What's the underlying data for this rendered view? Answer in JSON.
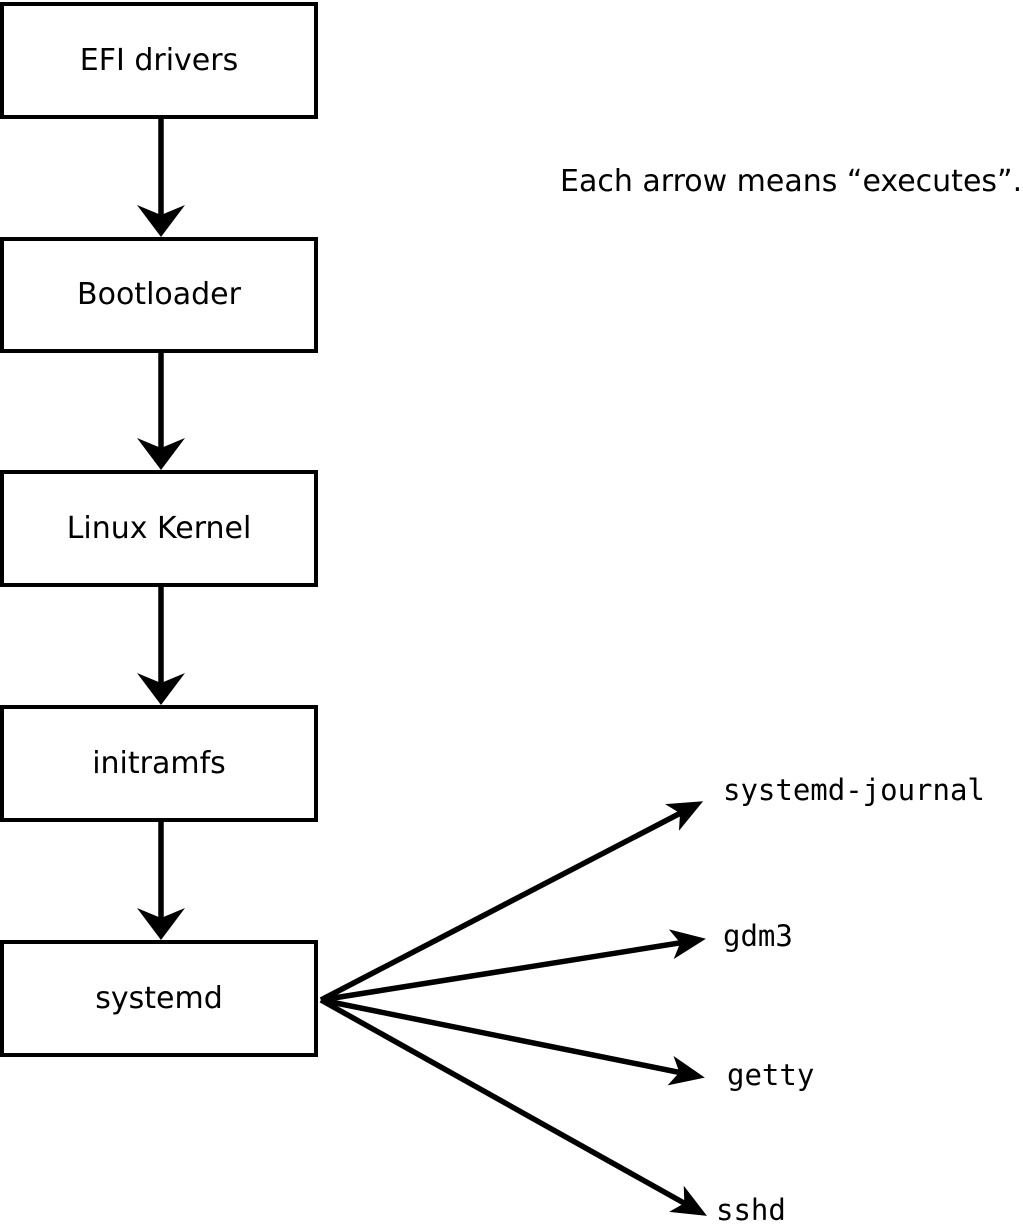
{
  "note": {
    "text": "Each arrow means “executes”."
  },
  "chain": [
    {
      "label": "EFI drivers"
    },
    {
      "label": "Bootloader"
    },
    {
      "label": "Linux Kernel"
    },
    {
      "label": "initramfs"
    },
    {
      "label": "systemd"
    }
  ],
  "spawned": [
    {
      "label": "systemd-journal"
    },
    {
      "label": "gdm3"
    },
    {
      "label": "getty"
    },
    {
      "label": "sshd"
    }
  ],
  "colors": {
    "line": "#000000",
    "text": "#000000",
    "box_fill": "#ffffff",
    "background": "#ffffff"
  }
}
